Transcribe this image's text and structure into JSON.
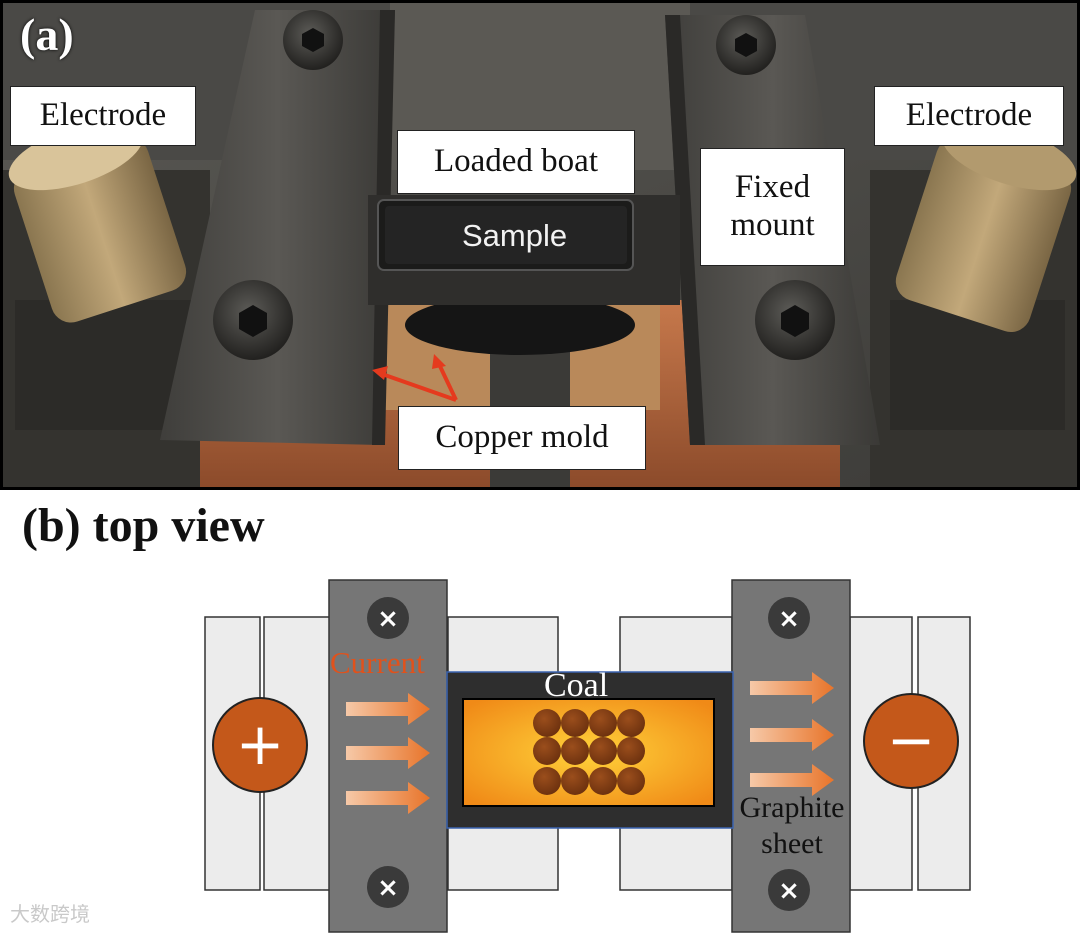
{
  "panel_a": {
    "letter": "(a)",
    "labels": {
      "electrode_left": "Electrode",
      "electrode_right": "Electrode",
      "loaded_boat": "Loaded boat",
      "sample": "Sample",
      "fixed_mount_line1": "Fixed",
      "fixed_mount_line2": "mount",
      "copper_mold": "Copper mold"
    }
  },
  "panel_b": {
    "title": "(b) top view",
    "labels": {
      "current": "Current",
      "coal": "Coal",
      "graphite_line1": "Graphite",
      "graphite_line2": "sheet"
    },
    "symbols": {
      "positive": "+",
      "negative": "−",
      "screw": "×"
    },
    "colors": {
      "current_text": "#e0521c",
      "arrow": "#e8742a",
      "terminal": "#c4581a",
      "clamp": "#767676",
      "screw": "#3a3a3a",
      "boat_fill": "#f4a21e",
      "coal_particle": "#7a3a12",
      "frame": "#ececec"
    }
  },
  "watermark": "大数跨境"
}
